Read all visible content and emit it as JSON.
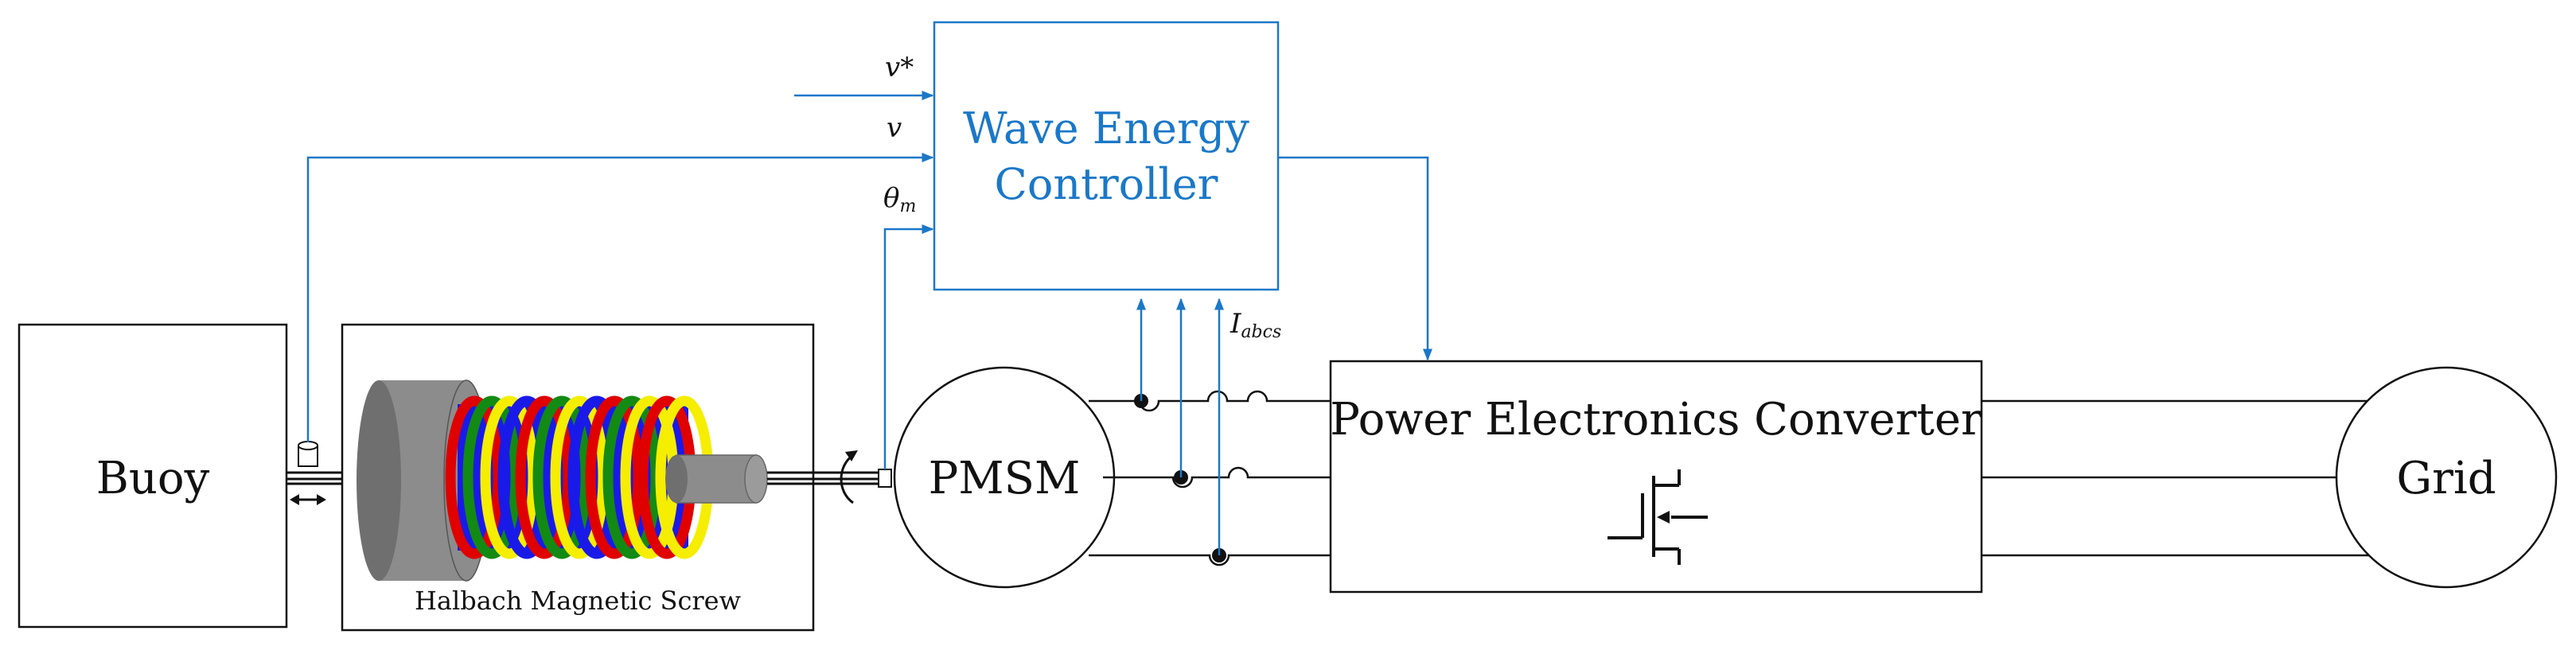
{
  "colors": {
    "controller_blue": "#1b78c8",
    "line": "#111111",
    "rotor_gray": "#8c8c8c",
    "magnet_red": "#e00000",
    "magnet_green": "#138a13",
    "magnet_blue": "#1a1ae8",
    "magnet_yellow": "#f5ee00"
  },
  "blocks": {
    "buoy": "Buoy",
    "screw": "Halbach Magnetic Screw",
    "pmsm": "PMSM",
    "converter": "Power Electronics Converter",
    "grid": "Grid",
    "controller_line1": "Wave Energy",
    "controller_line2": "Controller"
  },
  "signals": {
    "v_ref": "v*",
    "v": "v",
    "theta_main": "θ",
    "theta_sub": "m",
    "i_main": "I",
    "i_sub": "abcs"
  },
  "icons": [
    "velocity-sensor-icon",
    "bidirectional-arrow-icon",
    "rotation-arrow-icon",
    "position-sensor-icon",
    "current-sensor-icon",
    "mosfet-icon"
  ]
}
